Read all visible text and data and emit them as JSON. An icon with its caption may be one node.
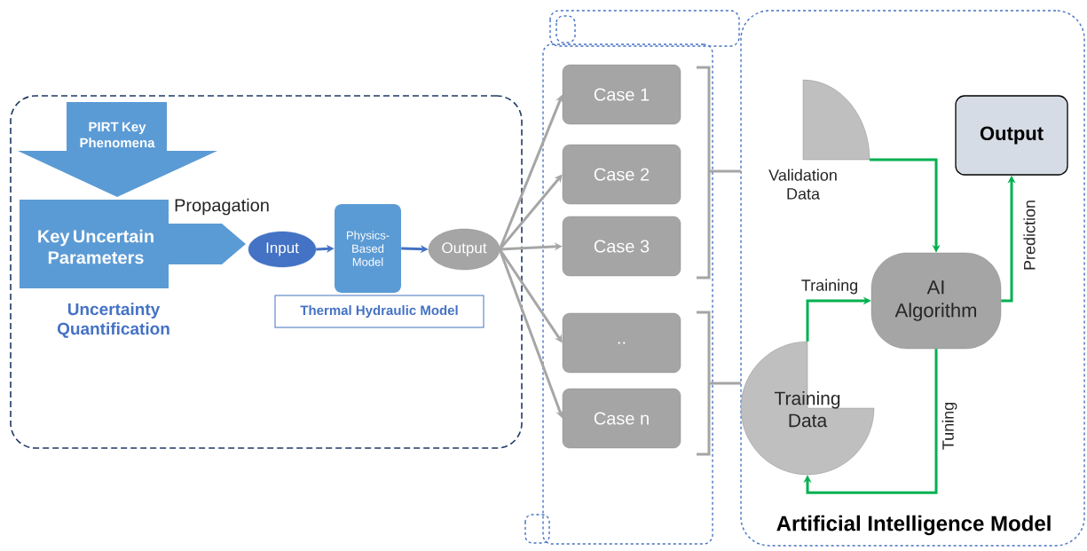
{
  "diagram": {
    "nodes": [
      {
        "text": [
          "Uncertainty Quantification"
        ]
      },
      {
        "text": [
          "PIRT Key Phenomena"
        ],
        "in": 0
      },
      {
        "text": [
          "Key Uncertain Parameters"
        ],
        "beside": [
          "Propagation"
        ],
        "in": 0
      },
      {
        "text": [
          "Input"
        ],
        "in": 0
      },
      {
        "text": [
          "Physics-Based Model"
        ],
        "in": 0
      },
      {
        "text": [
          "Output"
        ],
        "in": 0
      },
      {
        "text": [
          "Thermal Hydraulic Model"
        ],
        "in": 0
      },
      {
        "text": [],
        "shape": "box"
      },
      {
        "text": [
          "Case 1"
        ],
        "in": 7
      },
      {
        "text": [
          "Case 2"
        ],
        "in": 7
      },
      {
        "text": [
          "Case 3"
        ],
        "in": 7
      },
      {
        "text": [
          ".."
        ],
        "in": 7
      },
      {
        "text": [
          "Case n"
        ],
        "in": 7
      },
      {
        "text": [
          "Artificial Intelligence Model"
        ]
      },
      {
        "text": [
          "Validation Data"
        ],
        "in": 13
      },
      {
        "text": [
          "Output"
        ],
        "in": 13
      },
      {
        "text": [
          "AI Algorithm"
        ],
        "in": 13
      },
      {
        "text": [
          "Training Data"
        ],
        "in": 13
      }
    ],
    "edges": [
      {
        "from": 3,
        "to": 4,
        "arrow": "to",
        "color": "#4472c4"
      },
      {
        "from": 4,
        "to": 5,
        "arrow": "to",
        "color": "#4472c4"
      },
      {
        "from": 5,
        "to": 8,
        "arrow": "to"
      },
      {
        "from": 5,
        "to": 9,
        "arrow": "to"
      },
      {
        "from": 5,
        "to": 10,
        "arrow": "to"
      },
      {
        "from": 5,
        "to": 11,
        "arrow": "to"
      },
      {
        "from": 5,
        "to": 12,
        "arrow": "to"
      },
      {
        "from": 14,
        "to": 16,
        "arrow": "to",
        "color": "#00b050"
      },
      {
        "from": 17,
        "to": 16,
        "arrow": "to",
        "label": "Training",
        "color": "#00b050"
      },
      {
        "from": 16,
        "to": 15,
        "arrow": "to",
        "label": "Prediction",
        "color": "#00b050"
      },
      {
        "from": 16,
        "to": 17,
        "arrow": "to",
        "label": "Tuning",
        "color": "#00b050"
      }
    ]
  }
}
